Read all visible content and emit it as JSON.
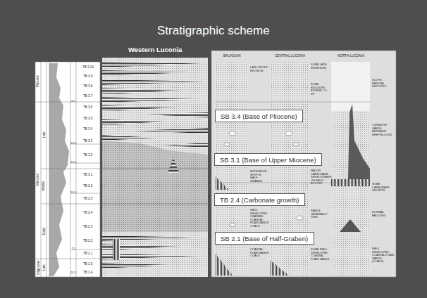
{
  "diagram": {
    "title": "Stratigraphic scheme",
    "nodes": [
      {
        "text": [
          "SB 3.4 (Base of Pliocene)"
        ]
      },
      {
        "text": [
          "SB 3.1 (Base of Upper Miocene)"
        ]
      },
      {
        "text": [
          "TB 2.4 (Carbonate growth)"
        ]
      },
      {
        "text": [
          "SB 2.1 (Base of Half-Graben)"
        ]
      }
    ],
    "labels": [
      "Western Luconia",
      "BALINGIAN",
      "CENTRAL LUCONIA",
      "NORTH LUCONIA",
      "LATE UPLIFT/ EROSION",
      "SOME LATE INVERSION",
      "SOME BUILDUPS EXTEND TO SF",
      "SLOPE-BATHYAL DEPOSITS",
      "TURBIDITE SANDS BETWEEN REEF BLOCKS",
      "EXTENSION WITH IN HALF-GRABEN",
      "MAJOR CARBONATE DEVELOPMENT ON FAULT BLOCKS",
      "SOME CARBONATE GROWTH",
      "NORMAL FAULTING",
      "WELL DEVELOPED CHANNEL COASTAL PLAIN SANDS COALS",
      "SANDS GENERALLY THIN",
      "COASTAL PLAIN SANDS COALS",
      "SOME WELL DEVELOPED COASTAL PLAIN SANDS",
      "WELL DEVELOPED COASTAL PLAIN SANDS (COALS)",
      "Pliocene",
      "Miocene",
      "Oligocene",
      "Late",
      "Middle",
      "Early",
      "Late",
      "5.5",
      "10.5",
      "12.5",
      "15.5",
      "21",
      "25.5",
      "TB 3.10",
      "TB 3.9",
      "TB 3.8",
      "TB 3.7",
      "TB 3.6",
      "TB 3.5",
      "TB 3.4",
      "TB 3.3",
      "TB 3.2",
      "TB 3.1",
      "TB 2.6",
      "TB 2.5",
      "TB 2.4",
      "TB 2.3",
      "TB 2.2",
      "TB 2.1",
      "TB 1.5",
      "TB 1.4"
    ]
  }
}
